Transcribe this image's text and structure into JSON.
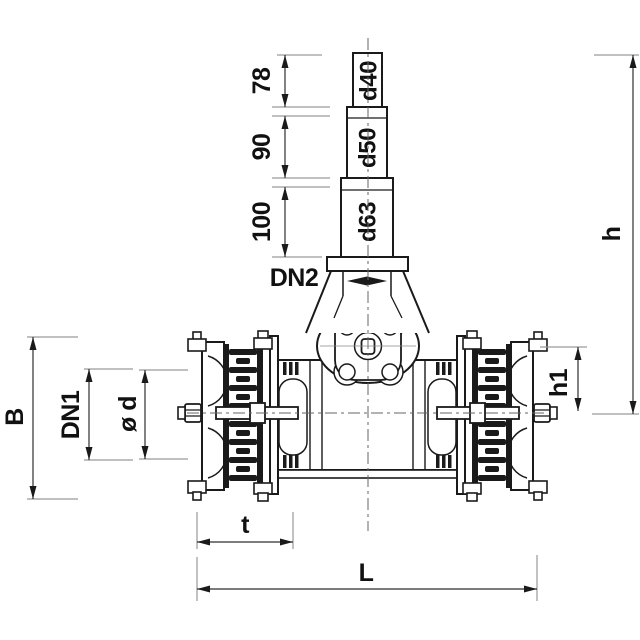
{
  "drawing": {
    "subject": "service-valve-with-wide-range-couplings-dimension-drawing",
    "colors": {
      "background": "#ffffff",
      "object_line": "#1a1a1a",
      "dimension_line": "#2e2e2e",
      "extension_line": "#9a9a9a",
      "label_text": "#111111"
    },
    "labels": {
      "riser": {
        "seg1_len": "78",
        "seg1_dia": "d40",
        "seg2_len": "90",
        "seg2_dia": "d50",
        "seg3_len": "100",
        "seg3_dia": "d63",
        "outlet": "DN2"
      },
      "heights": {
        "total": "h",
        "axis": "h1"
      },
      "left": {
        "coupling_width": "B",
        "nominal_bore": "DN1",
        "pipe_od": "ø d"
      },
      "bottom": {
        "insertion_depth": "t",
        "overall_length": "L"
      }
    }
  }
}
